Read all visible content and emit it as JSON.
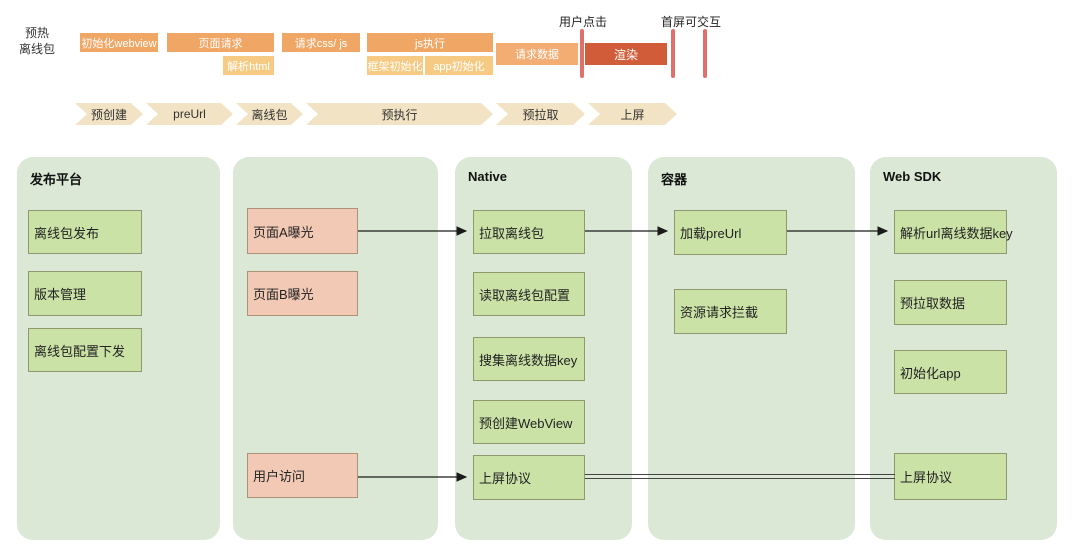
{
  "colors": {
    "bar_main": "#f0a766",
    "bar_sub": "#f6ca82",
    "bar_request_data": "#f3ac72",
    "bar_render": "#d15c39",
    "marker_line": "#e0716a",
    "chevron_fill": "#f1e3c3",
    "column_bg": "#dae8d5",
    "green_box_fill": "#cbe2a6",
    "green_box_border": "#90996e",
    "pink_box_fill": "#f2c9b5",
    "pink_box_border": "#ad9179",
    "arrow": "#1a1a1a"
  },
  "timeline": {
    "preheat_label_line1": "预热",
    "preheat_label_line2": "离线包",
    "bars": [
      {
        "label": "初始化webview"
      },
      {
        "label": "页面请求"
      },
      {
        "label": "解析html"
      },
      {
        "label": "请求css/ js"
      },
      {
        "label": "js执行"
      },
      {
        "label": "框架初始化"
      },
      {
        "label": "app初始化"
      },
      {
        "label": "请求数据"
      },
      {
        "label": "渲染"
      }
    ],
    "markers": [
      {
        "label": "用户点击"
      },
      {
        "label": "首屏"
      },
      {
        "label": "可交互"
      }
    ]
  },
  "steps": [
    {
      "label": "预创建"
    },
    {
      "label": "preUrl"
    },
    {
      "label": "离线包"
    },
    {
      "label": "预执行"
    },
    {
      "label": "预拉取"
    },
    {
      "label": "上屏"
    }
  ],
  "columns": [
    {
      "title": "发布平台",
      "boxes": [
        {
          "label": "离线包发布"
        },
        {
          "label": "版本管理"
        },
        {
          "label": "离线包配置下发"
        }
      ]
    },
    {
      "title": "",
      "boxes": [
        {
          "label": "页面A曝光"
        },
        {
          "label": "页面B曝光"
        },
        {
          "label": "用户访问"
        }
      ]
    },
    {
      "title": "Native",
      "boxes": [
        {
          "label": "拉取离线包"
        },
        {
          "label": "读取离线包配置"
        },
        {
          "label": "搜集离线数据key"
        },
        {
          "label": "预创建WebView"
        },
        {
          "label": "上屏协议"
        }
      ]
    },
    {
      "title": "容器",
      "boxes": [
        {
          "label": "加载preUrl"
        },
        {
          "label": "资源请求拦截"
        }
      ]
    },
    {
      "title": "Web SDK",
      "boxes": [
        {
          "label": "解析url离线数据key"
        },
        {
          "label": "预拉取数据"
        },
        {
          "label": "初始化app"
        },
        {
          "label": "上屏协议"
        }
      ]
    }
  ]
}
